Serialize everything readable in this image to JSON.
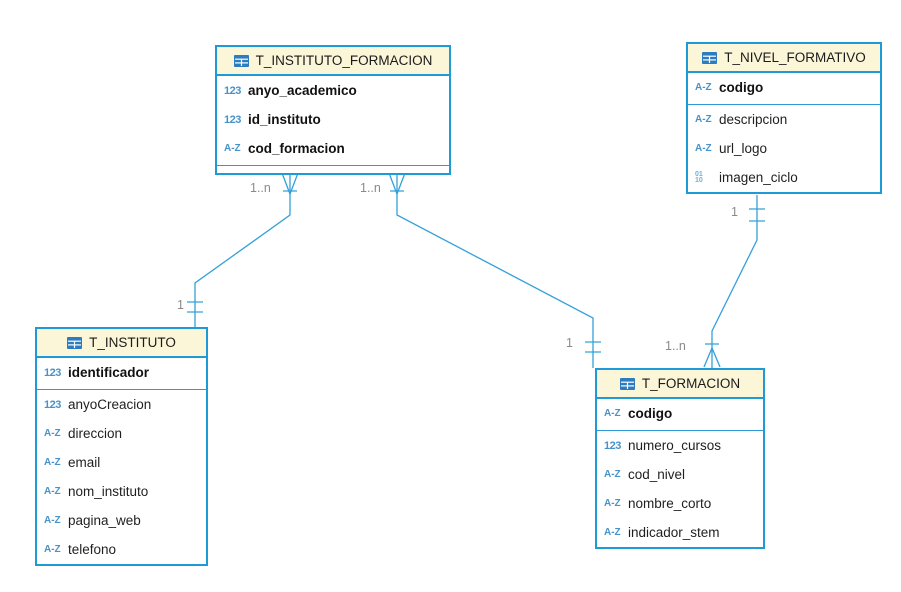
{
  "icons": {
    "number": "123",
    "string": "A-Z",
    "binary_top": "01",
    "binary_bottom": "10"
  },
  "tables": [
    {
      "title": "T_INSTITUTO_FORMACION",
      "columns": [
        {
          "name": "anyo_academico",
          "type": "number",
          "pk": true
        },
        {
          "name": "id_instituto",
          "type": "number",
          "pk": true
        },
        {
          "name": "cod_formacion",
          "type": "string",
          "pk": true
        }
      ]
    },
    {
      "title": "T_NIVEL_FORMATIVO",
      "columns": [
        {
          "name": "codigo",
          "type": "string",
          "pk": true
        },
        {
          "name": "descripcion",
          "type": "string",
          "pk": false
        },
        {
          "name": "url_logo",
          "type": "string",
          "pk": false
        },
        {
          "name": "imagen_ciclo",
          "type": "binary",
          "pk": false
        }
      ]
    },
    {
      "title": "T_INSTITUTO",
      "columns": [
        {
          "name": "identificador",
          "type": "number",
          "pk": true
        },
        {
          "name": "anyoCreacion",
          "type": "number",
          "pk": false
        },
        {
          "name": "direccion",
          "type": "string",
          "pk": false
        },
        {
          "name": "email",
          "type": "string",
          "pk": false
        },
        {
          "name": "nom_instituto",
          "type": "string",
          "pk": false
        },
        {
          "name": "pagina_web",
          "type": "string",
          "pk": false
        },
        {
          "name": "telefono",
          "type": "string",
          "pk": false
        }
      ]
    },
    {
      "title": "T_FORMACION",
      "columns": [
        {
          "name": "codigo",
          "type": "string",
          "pk": true
        },
        {
          "name": "numero_cursos",
          "type": "number",
          "pk": false
        },
        {
          "name": "cod_nivel",
          "type": "string",
          "pk": false
        },
        {
          "name": "nombre_corto",
          "type": "string",
          "pk": false
        },
        {
          "name": "indicador_stem",
          "type": "string",
          "pk": false
        }
      ]
    }
  ],
  "relationships": [
    {
      "from": "T_INSTITUTO_FORMACION",
      "to": "T_INSTITUTO",
      "from_card": "1..n",
      "to_card": "1"
    },
    {
      "from": "T_INSTITUTO_FORMACION",
      "to": "T_FORMACION",
      "from_card": "1..n",
      "to_card": "1"
    },
    {
      "from": "T_NIVEL_FORMATIVO",
      "to": "T_FORMACION",
      "from_card": "1",
      "to_card": "1..n"
    }
  ],
  "colors": {
    "table_border": "#1e9ad6",
    "header_bg": "#fbf6d8",
    "relation_line": "#34a0d9",
    "type_icon_blue": "#4793c9",
    "table_icon_bg": "#2e7cc0",
    "cardinality_label": "#8a8a8a",
    "text": "#1b1b1b"
  }
}
